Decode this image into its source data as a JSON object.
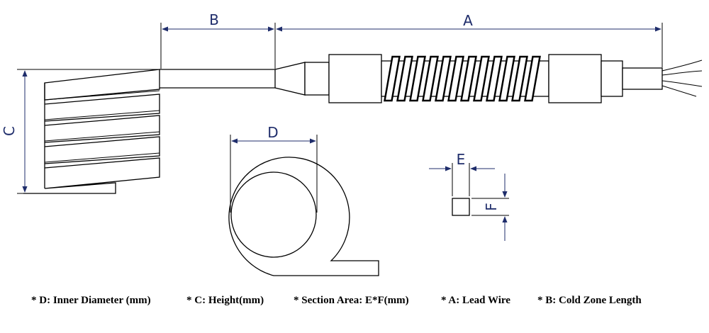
{
  "dimension_labels": {
    "a": "A",
    "b": "B",
    "c": "C",
    "d": "D",
    "e": "E",
    "f": "F"
  },
  "legend": [
    "* D: Inner Diameter (mm)",
    "* C: Height(mm)",
    "* Section Area: E*F(mm)",
    "* A: Lead Wire",
    "* B: Cold Zone Length"
  ]
}
